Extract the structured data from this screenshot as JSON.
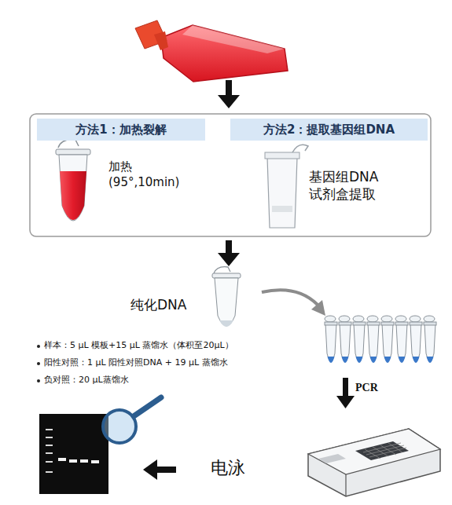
{
  "diagram": {
    "nodes": [
      {
        "text": [
          "方法1：加热裂解"
        ]
      },
      {
        "text": [
          "方法2：提取基因组DNA"
        ]
      }
    ],
    "labels": [
      "加热 (95°,10min)",
      "基因组DNA 试剂盒提取",
      "纯化DNA",
      "样本：5 μL 模板+15 μL 蒸馏水（体积至20μL）",
      "阳性对照：1 μL 阳性对照DNA + 19 μL 蒸馏水",
      "负对照：20 μL蒸馏水",
      "PCR",
      "电泳"
    ]
  }
}
